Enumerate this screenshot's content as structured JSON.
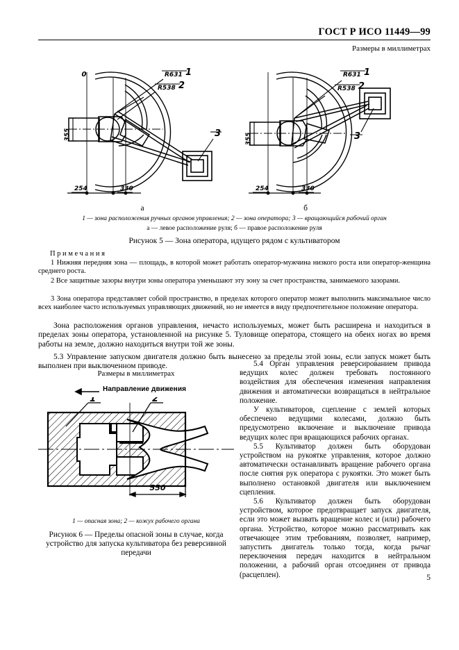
{
  "header": {
    "standard_title": "ГОСТ Р ИСО 11449—99",
    "dimensions_note": "Размеры в миллиметрах"
  },
  "figure5": {
    "sub_a": "а",
    "sub_b": "б",
    "legend_items": "1 — зона расположения ручных органов управления; 2 — зона оператора; 3 — вращающийся рабочий орган",
    "legend_views": "а — левое расположение руля; б — правое расположение руля",
    "caption": "Рисунок 5 — Зона оператора, идущего рядом с культиватором",
    "left": {
      "radius_1_label": "R631",
      "callout_1": "1",
      "radius_2_label": "R538",
      "callout_2": "2",
      "callout_3": "3",
      "vertical_dim": "355",
      "dim_left": "254",
      "dim_right": "330",
      "datum_label": "0"
    },
    "right": {
      "radius_1_label": "R631",
      "callout_1": "1",
      "radius_2_label": "R538",
      "callout_2": "2",
      "callout_3": "3",
      "vertical_dim": "355",
      "dim_left": "254",
      "dim_right": "330"
    }
  },
  "notes": {
    "title": "Примечания",
    "items": [
      "1  Нижняя передняя зона — площадь, в которой может работать оператор-мужчина низкого роста или оператор-женщина среднего роста.",
      "2  Все защитные зазоры внутри зоны оператора уменьшают эту зону за счет пространства, занимаемого зазорами.",
      "3  Зона оператора представляет собой пространство, в пределах которого оператор может выполнить максимальное число всех наиболее часто используемых управляющих движений, но не имеется в виду предпочтительное положение оператора."
    ]
  },
  "body": {
    "para_zone": "Зона расположения органов управления, нечасто используемых, может быть расширена и находиться в пределах зоны оператора, установленной на рисунке 5. Туловище оператора, стоящего на обеих ногах во время работы на земле, должно находиться внутри той же зоны.",
    "clause_5_3": "5.3  Управление запуском двигателя должно быть вынесено за пределы этой зоны, если запуск может быть выполнен при выключенном приводе.",
    "clause_5_4": "5.4  Орган управления реверсированием привода ведущих колес должен требовать постоянного воздействия для обеспечения изменения направления движения и автоматически возвращаться в нейтральное положение.",
    "para_cultivators": "У культиваторов, сцепление с землей которых обеспечено ведущими колесами, должно быть предусмотрено включение и выключение привода ведущих колес при вращающихся рабочих органах.",
    "clause_5_5": "5.5  Культиватор должен быть оборудован устройством на рукоятке управления, которое должно автоматически останавливать вращение рабочего органа после снятия рук оператора с рукоятки. Это может быть выполнено остановкой двигателя или выключением сцепления.",
    "clause_5_6": "5.6  Культиватор должен быть оборудован устройством, которое предотвращает запуск двигателя, если это может вызвать вращение колес и (или) рабочего органа. Устройство, которое можно рассматривать как отвечающее этим требованиям, позволяет, например, запустить двигатель только тогда, когда рычаг переключения передач находится в нейтральном положении, а рабочий орган отсоединен от привода  (расцеплен)."
  },
  "figure6": {
    "dimensions_note": "Размеры в миллиметрах",
    "direction_label": "Направление движения",
    "callout_1": "1",
    "callout_2": "2",
    "dim_550": "550",
    "legend_items": "1 — опасная зона; 2 — кожух рабочего органа",
    "caption": "Рисунок 6 — Пределы опасной зоны в случае, когда устройство для запуска культиватора без реверсивной передачи"
  },
  "footer": {
    "page_number": "5"
  },
  "colors": {
    "ink": "#000000",
    "paper": "#ffffff"
  }
}
